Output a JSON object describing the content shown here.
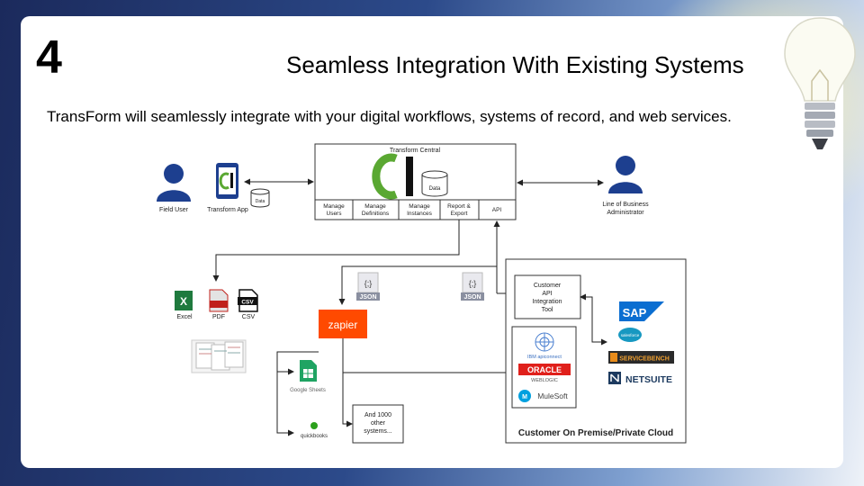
{
  "slide": {
    "number": "4",
    "title": "Seamless Integration With Existing Systems",
    "subtitle": "TransForm will seamlessly integrate with your digital workflows, systems of record, and web services."
  },
  "central": {
    "title": "Transform Central",
    "data_label": "Data",
    "modules": [
      {
        "line1": "Manage",
        "line2": "Users"
      },
      {
        "line1": "Manage",
        "line2": "Definitions"
      },
      {
        "line1": "Manage",
        "line2": "Instances"
      },
      {
        "line1": "Report &",
        "line2": "Export"
      },
      {
        "line1": "API",
        "line2": ""
      }
    ]
  },
  "left": {
    "field_user": "Field User",
    "transform_app": "Transform App",
    "data_label": "Data"
  },
  "right": {
    "lob_line1": "Line of Business",
    "lob_line2": "Administrator"
  },
  "exports": {
    "excel": "Excel",
    "pdf": "PDF",
    "csv": "CSV"
  },
  "middle": {
    "json_label": "JSON",
    "zapier": "zapier",
    "google_sheets": "Google Sheets",
    "quickbooks": "quickbooks",
    "other_line1": "And 1000",
    "other_line2": "other",
    "other_line3": "systems..."
  },
  "cloud": {
    "tool_line1": "Customer",
    "tool_line2": "API",
    "tool_line3": "Integration",
    "tool_line4": "Tool",
    "ibm": "IBM apiconnect",
    "oracle": "ORACLE",
    "weblogic": "WEBLOGIC",
    "mulesoft": "MuleSoft",
    "sap": "SAP",
    "salesforce": "salesforce",
    "servicebench": "SERVICEBENCH",
    "netsuite": "NETSUITE",
    "caption": "Customer On Premise/Private Cloud"
  },
  "colors": {
    "accent_green": "#5aa832",
    "user_blue": "#1d3f8f",
    "zapier_orange": "#ff4a00",
    "sap_blue": "#0a6ed1",
    "oracle_red": "#e0201b",
    "mule_blue": "#00a0df"
  }
}
